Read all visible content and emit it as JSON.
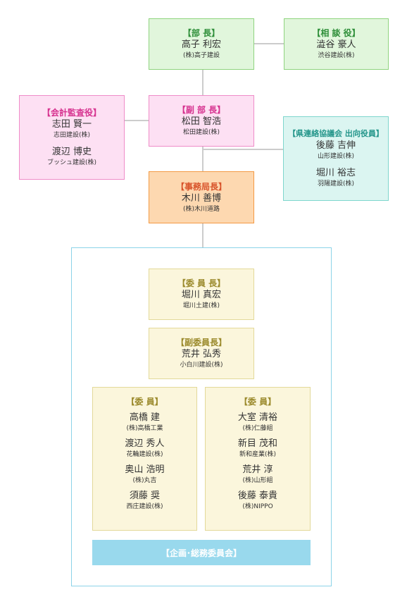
{
  "director": {
    "title": "【部 長】",
    "name": "高子 利宏",
    "org": "(株)高子建設"
  },
  "advisor": {
    "title": "【相 談 役】",
    "name": "澁谷 豪人",
    "org": "渋谷建設(株)"
  },
  "vice_director": {
    "title": "【副 部 長】",
    "name": "松田 智浩",
    "org": "松田建設(株)"
  },
  "auditors": {
    "title": "【会計監査役】",
    "members": [
      {
        "name": "志田 賢一",
        "org": "志田建設(株)"
      },
      {
        "name": "渡辺 博史",
        "org": "ブッシュ建設(株)"
      }
    ]
  },
  "seconded_officers": {
    "title": "【県連絡協議会 出向役員】",
    "members": [
      {
        "name": "後藤 吉伸",
        "org": "山形建設(株)"
      },
      {
        "name": "堀川 裕志",
        "org": "羽陽建設(株)"
      }
    ]
  },
  "secretary_general": {
    "title": "【事務局長】",
    "name": "木川 善博",
    "org": "(株)木川道路"
  },
  "chair": {
    "title": "【委 員 長】",
    "name": "堀川 真宏",
    "org": "堀川土建(株)"
  },
  "vice_chair": {
    "title": "【副委員長】",
    "name": "荒井 弘秀",
    "org": "小白川建設(株)"
  },
  "members_left": {
    "title": "【委 員】",
    "members": [
      {
        "name": "高橋 建",
        "org": "(株)高橋工業"
      },
      {
        "name": "渡辺 秀人",
        "org": "花輪建設(株)"
      },
      {
        "name": "奥山 浩明",
        "org": "(株)丸吉"
      },
      {
        "name": "須藤 奨",
        "org": "西庄建設(株)"
      }
    ]
  },
  "members_right": {
    "title": "【委 員】",
    "members": [
      {
        "name": "大室 清裕",
        "org": "(株)仁藤組"
      },
      {
        "name": "新目 茂和",
        "org": "新和産業(株)"
      },
      {
        "name": "荒井 淳",
        "org": "(株)山形組"
      },
      {
        "name": "後藤 泰貴",
        "org": "(株)NIPPO"
      }
    ]
  },
  "committee_name": "【企画･総務委員会】"
}
